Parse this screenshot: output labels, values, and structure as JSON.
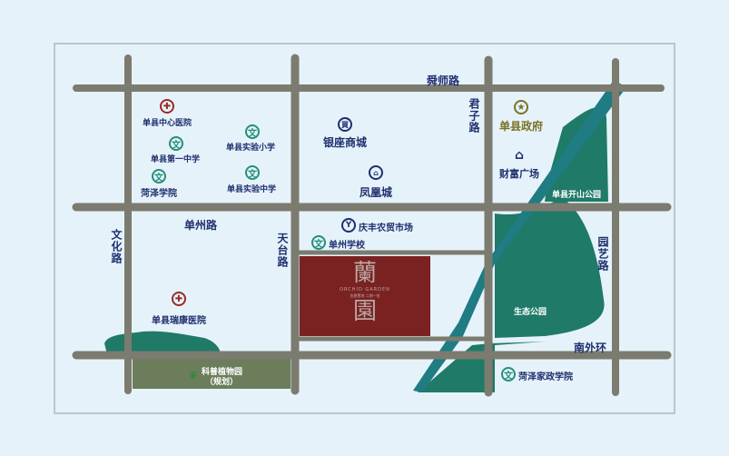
{
  "roads": {
    "shunshi": "舜师路",
    "junzi": "君子路",
    "shanzhou": "单州路",
    "wenhua": "文化路",
    "tiantai": "天台路",
    "yuanyi": "园艺路",
    "nanwaihuan": "南外环"
  },
  "places": {
    "central_hospital": "单县中心医院",
    "no1_middle_school": "单县第一中学",
    "heze_college": "菏泽学院",
    "exp_primary": "单县实验小学",
    "exp_middle": "单县实验中学",
    "yinzuo_mall": "银座商城",
    "fenghuang_city": "凤凰城",
    "county_gov": "单县政府",
    "wealth_plaza": "财富广场",
    "kaishan_park": "单县开山公园",
    "qingfeng_market": "庆丰农贸市场",
    "shanzhou_school": "单州学校",
    "ruikang_hospital": "单县瑞康医院",
    "eco_park": "生态公园",
    "science_garden": "科普植物园",
    "science_garden_note": "（规划）",
    "housekeeping_college": "菏泽家政学院"
  },
  "project": {
    "char1": "蘭",
    "char2": "園",
    "english": "ORCHID GARDEN",
    "subtitle": "金鼎置地 二期一批"
  },
  "icons": {
    "school": "文",
    "hospital": "✚",
    "gov": "★",
    "mall": "買",
    "market": "Y",
    "bank": "⌂"
  },
  "colors": {
    "background": "#e6f2fa",
    "road": "#7b7b6f",
    "park": "#1f7a68",
    "river": "#1e7c82",
    "project": "#7a2222",
    "label": "#1e2f6e"
  }
}
